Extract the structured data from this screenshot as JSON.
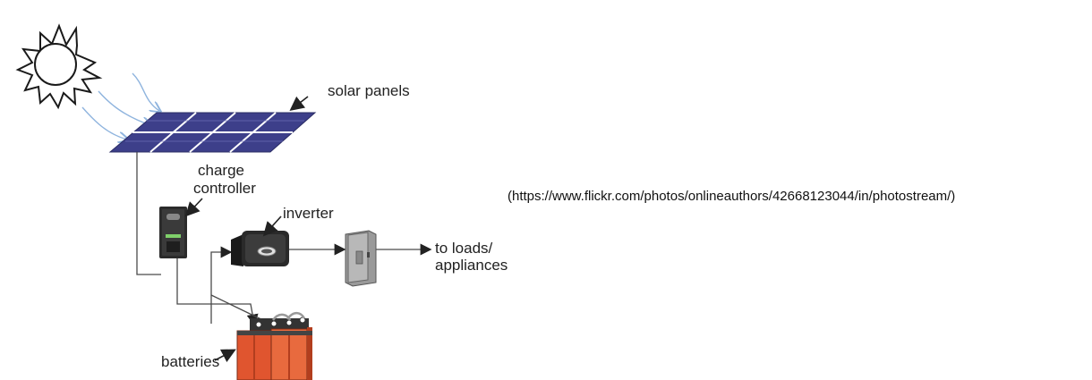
{
  "labels": {
    "solar_panels": "solar panels",
    "charge_controller_line1": "charge",
    "charge_controller_line2": "controller",
    "inverter": "inverter",
    "loads_line1": "to loads/",
    "loads_line2": "appliances",
    "batteries": "batteries"
  },
  "source_caption": "(https://www.flickr.com/photos/onlineauthors/42668123044/in/photostream/)",
  "colors": {
    "panel": "#3d3f8a",
    "battery": "#e0552f",
    "sun_rays_arrow": "#8fb4de",
    "wire": "#4a4a4a"
  }
}
